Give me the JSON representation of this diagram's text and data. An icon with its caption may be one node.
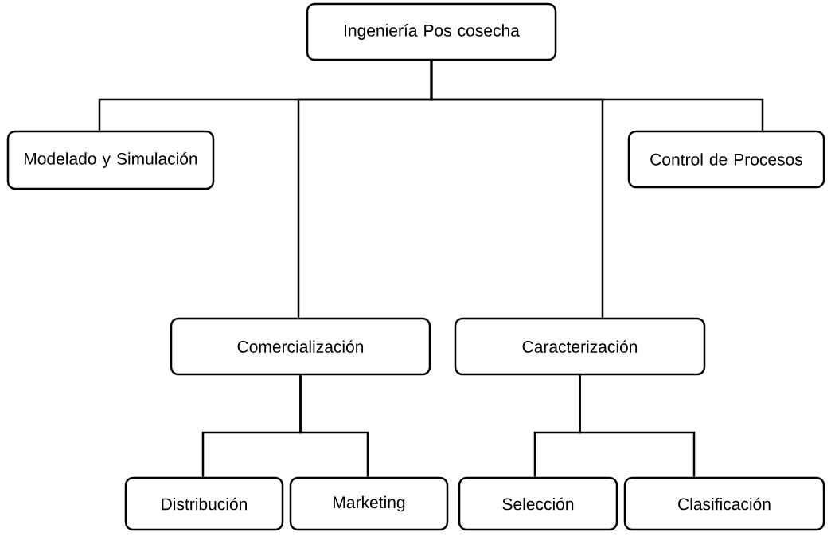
{
  "diagram": {
    "nodes": [
      {
        "text": [
          "Ingeniería Pos cosecha"
        ]
      },
      {
        "text": [
          "Modelado y Simulación"
        ]
      },
      {
        "text": [
          "Control de Procesos"
        ]
      },
      {
        "text": [
          "Comercialización"
        ]
      },
      {
        "text": [
          "Caracterización"
        ]
      },
      {
        "text": [
          "Distribución"
        ]
      },
      {
        "text": [
          "Marketing"
        ]
      },
      {
        "text": [
          "Selección"
        ]
      },
      {
        "text": [
          "Clasificación"
        ]
      }
    ],
    "edges": [
      {
        "from": 0,
        "to": 1,
        "arrow": "none"
      },
      {
        "from": 0,
        "to": 3,
        "arrow": "none"
      },
      {
        "from": 0,
        "to": 4,
        "arrow": "none"
      },
      {
        "from": 0,
        "to": 2,
        "arrow": "none"
      },
      {
        "from": 3,
        "to": 5,
        "arrow": "none"
      },
      {
        "from": 3,
        "to": 6,
        "arrow": "none"
      },
      {
        "from": 4,
        "to": 7,
        "arrow": "none"
      },
      {
        "from": 4,
        "to": 8,
        "arrow": "none"
      }
    ]
  }
}
